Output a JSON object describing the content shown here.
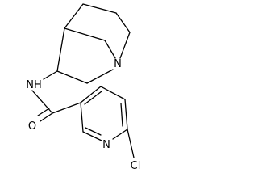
{
  "molecule": {
    "atoms": {
      "n_bridgehead": "N",
      "n_amide": "NH",
      "o_carbonyl": "O",
      "n_pyridine": "N",
      "cl": "Cl"
    }
  }
}
